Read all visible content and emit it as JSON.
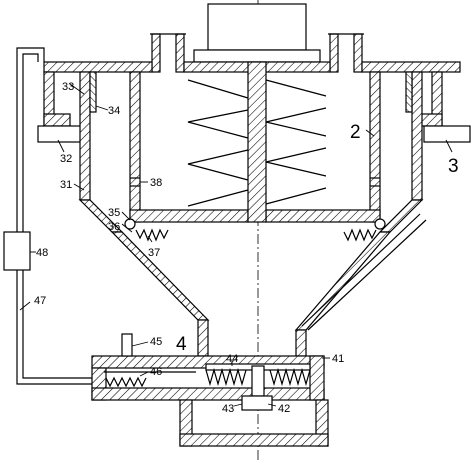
{
  "figure": {
    "labels": {
      "l2": "2",
      "l3": "3",
      "l4": "4",
      "l31": "31",
      "l32": "32",
      "l33": "33",
      "l34": "34",
      "l35": "35",
      "l36": "36",
      "l37": "37",
      "l38": "38",
      "l41": "41",
      "l42": "42",
      "l43": "43",
      "l44": "44",
      "l45": "45",
      "l46": "46",
      "l47": "47",
      "l48": "48"
    }
  }
}
